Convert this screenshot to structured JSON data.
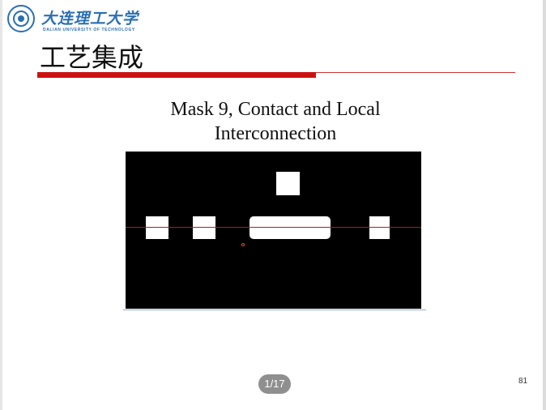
{
  "logo": {
    "name_cn": "大连理工大学",
    "name_en": "DALIAN UNIVERSITY OF TECHNOLOGY"
  },
  "slide": {
    "title": "工艺集成",
    "mask_title_line1": "Mask 9, Contact and Local",
    "mask_title_line2": "Interconnection",
    "slide_number": "81"
  },
  "viewer": {
    "page_indicator": "1/17"
  },
  "colors": {
    "accent_red": "#cc1111",
    "logo_blue": "#2a6fb5",
    "mask_background": "#000000",
    "mask_openings": "#ffffff"
  }
}
